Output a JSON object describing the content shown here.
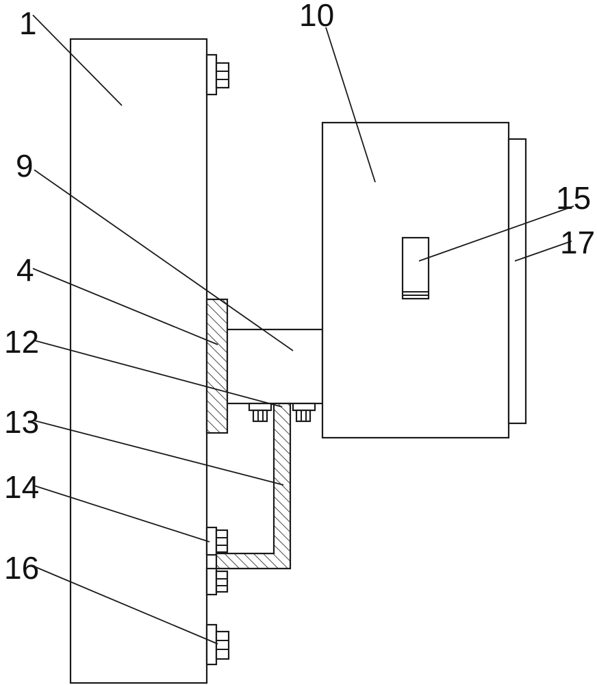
{
  "labels": {
    "l1": "1",
    "l10": "10",
    "l9": "9",
    "l15": "15",
    "l17": "17",
    "l4": "4",
    "l12": "12",
    "l13": "13",
    "l14": "14",
    "l16": "16"
  },
  "colors": {
    "line": "#1a1a1a",
    "background": "#ffffff"
  }
}
